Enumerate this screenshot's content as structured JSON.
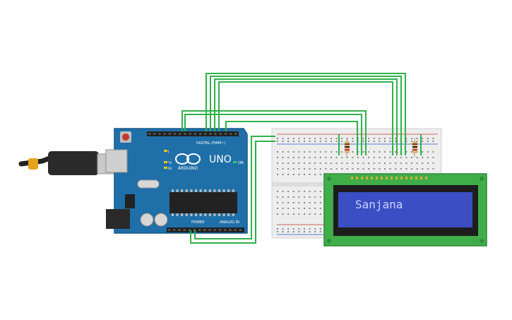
{
  "arduino": {
    "brand": "UNO",
    "logo_text": "ARDUINO",
    "on_label": "ON",
    "digital_header": "DIGITAL (PWM~)",
    "power_header": "POWER",
    "analog_header": "ANALOG IN",
    "tx_label": "TX",
    "rx_label": "RX",
    "l_label": "L",
    "board_color": "#1f6fa8",
    "icon": "arduino-uno-board-icon"
  },
  "usb": {
    "icon": "usb-cable-icon"
  },
  "breadboard": {
    "icon": "breadboard-icon"
  },
  "lcd": {
    "text": "Sanjana",
    "pcb_color": "#3fae49",
    "screen_color": "#3b4ec3",
    "icon": "lcd-16x2-icon"
  },
  "wire_color": "#2fb14a",
  "resistor_icon": "resistor-icon"
}
